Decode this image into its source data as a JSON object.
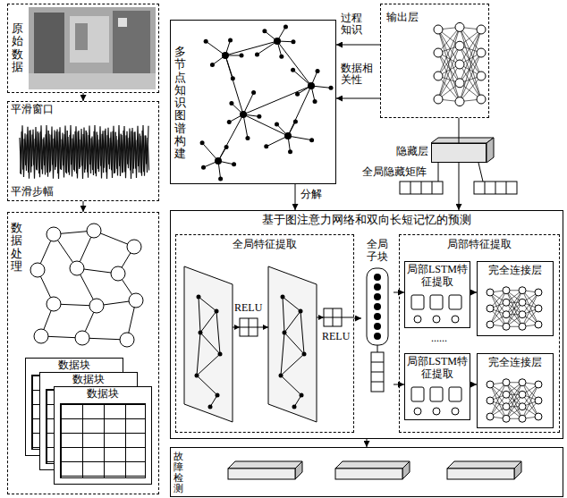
{
  "diagram": {
    "nodes": [
      {
        "text": [
          "原始数据"
        ]
      },
      {
        "text": [
          "平滑窗口",
          "平滑步幅"
        ]
      },
      {
        "text": [
          "数据处理"
        ]
      },
      {
        "text": [
          "数据块"
        ],
        "in": 2
      },
      {
        "text": [
          "数据块"
        ],
        "in": 2
      },
      {
        "text": [
          "数据块"
        ],
        "in": 2
      },
      {
        "text": [
          "多节点知识图谱构建"
        ]
      },
      {
        "text": [
          "输出层"
        ]
      },
      {
        "text": [
          "隐藏层"
        ]
      },
      {
        "text": [
          "基于图注意力网络和双向长短记忆的预测"
        ]
      },
      {
        "text": [
          "全局特征提取"
        ],
        "in": 9
      },
      {
        "text": [
          "全局子块"
        ],
        "in": 9
      },
      {
        "text": [
          "局部特征提取"
        ],
        "in": 9
      },
      {
        "text": [
          "局部LSTM特征提取"
        ],
        "in": 12
      },
      {
        "text": [
          "完全连接层"
        ],
        "in": 12
      },
      {
        "text": [
          "局部LSTM特征提取"
        ],
        "in": 12
      },
      {
        "text": [
          "完全连接层"
        ],
        "in": 12
      },
      {
        "text": [
          "故障检测"
        ]
      }
    ],
    "edges": [
      {
        "from": 0,
        "to": 1,
        "arrow": "to"
      },
      {
        "from": 1,
        "to": 2,
        "arrow": "to"
      },
      {
        "from": 7,
        "to": 6,
        "arrow": "to",
        "label": "过程知识"
      },
      {
        "from": 7,
        "to": 6,
        "arrow": "to",
        "label": "数据相关性"
      },
      {
        "from": 8,
        "to": 7,
        "arrow": "none"
      },
      {
        "from": 6,
        "to": 9,
        "arrow": "to",
        "label": "分解"
      },
      {
        "from": 8,
        "to": 9,
        "arrow": "to"
      },
      {
        "from": 10,
        "to": 11,
        "arrow": "to"
      },
      {
        "from": 11,
        "to": 13,
        "arrow": "to"
      },
      {
        "from": 11,
        "to": 15,
        "arrow": "to"
      },
      {
        "from": 13,
        "to": 14,
        "arrow": "to"
      },
      {
        "from": 15,
        "to": 16,
        "arrow": "to"
      },
      {
        "from": 9,
        "to": 17,
        "arrow": "to"
      }
    ],
    "labels": [
      "全局隐藏矩阵",
      "RELU",
      "RELU",
      "......"
    ]
  }
}
